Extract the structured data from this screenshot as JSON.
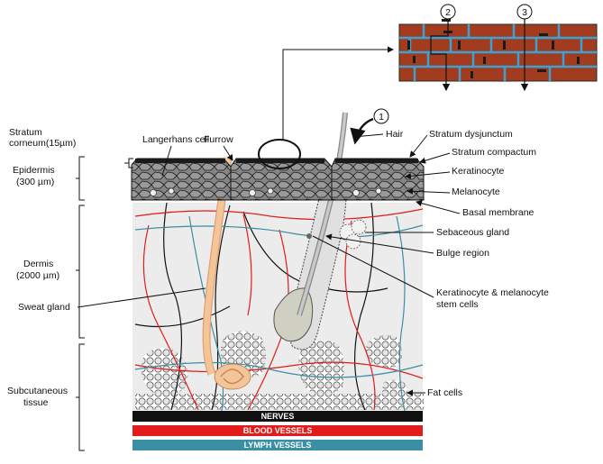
{
  "labels": {
    "stratum_corneum": "Stratum corneum(15µm)",
    "epidermis": "Epidermis (300 µm)",
    "dermis": "Dermis (2000 µm)",
    "subcutaneous": "Subcutaneous tissue",
    "langerhans": "Langerhans cell",
    "furrow": "Furrow",
    "hair": "Hair",
    "stratum_dysjunctum": "Stratum dysjunctum",
    "stratum_compactum": "Stratum compactum",
    "keratinocyte": "Keratinocyte",
    "melanocyte": "Melanocyte",
    "basal_membrane": "Basal membrane",
    "sebaceous_gland": "Sebaceous gland",
    "bulge_region": "Bulge region",
    "stem_cells": "Keratinocyte & melanocyte stem cells",
    "sweat_gland": "Sweat gland",
    "fat_cells": "Fat cells"
  },
  "bands": {
    "nerves": "NERVES",
    "blood_vessels": "BLOOD VESSELS",
    "lymph_vessels": "LYMPH VESSELS"
  },
  "markers": {
    "m1": "1",
    "m2": "2",
    "m3": "3"
  },
  "colors": {
    "nerve": "#111111",
    "blood": "#e31b1b",
    "lymph": "#3a8fa3",
    "brick": "#a33b1f",
    "mortar": "#3aa3d6",
    "sweat": "#f5c59a",
    "tissue": "#ececec",
    "epidermis": "#7a7a7a"
  }
}
